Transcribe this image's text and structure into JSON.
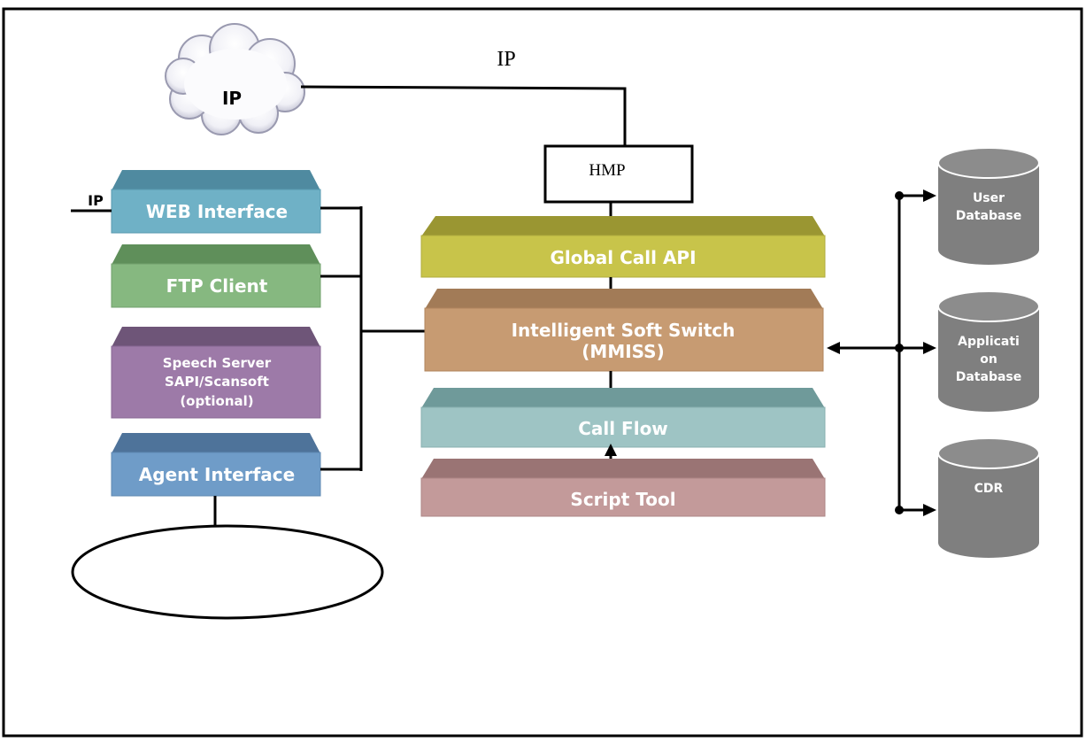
{
  "cloud": {
    "label": "IP"
  },
  "top_label": "IP",
  "hmp": {
    "label": "HMP"
  },
  "left_ip_label": "IP",
  "left_blocks": {
    "web": {
      "label": "WEB Interface"
    },
    "ftp": {
      "label": "FTP Client"
    },
    "speech": {
      "line1": "Speech Server",
      "line2": "SAPI/Scansoft",
      "line3": "(optional)"
    },
    "agent": {
      "label": "Agent Interface"
    }
  },
  "center_blocks": {
    "global_call": {
      "label": "Global Call API"
    },
    "switch": {
      "line1": "Intelligent Soft Switch",
      "line2": "(MMISS)"
    },
    "call_flow": {
      "label": "Call Flow"
    },
    "script_tool": {
      "label": "Script Tool"
    }
  },
  "databases": {
    "user": {
      "line1": "User",
      "line2": "Database"
    },
    "app": {
      "line1": "Applicati",
      "line2": "on",
      "line3": "Database"
    },
    "cdr": {
      "line1": "CDR"
    }
  },
  "colors": {
    "web": "#6fb1c6",
    "ftp": "#86b880",
    "speech": "#9d7aa8",
    "agent": "#6f9cc8",
    "global_call": "#c8c44a",
    "switch": "#c79b72",
    "call_flow": "#9ec4c4",
    "script_tool": "#c39a9a",
    "database": "#7f7f7f"
  }
}
